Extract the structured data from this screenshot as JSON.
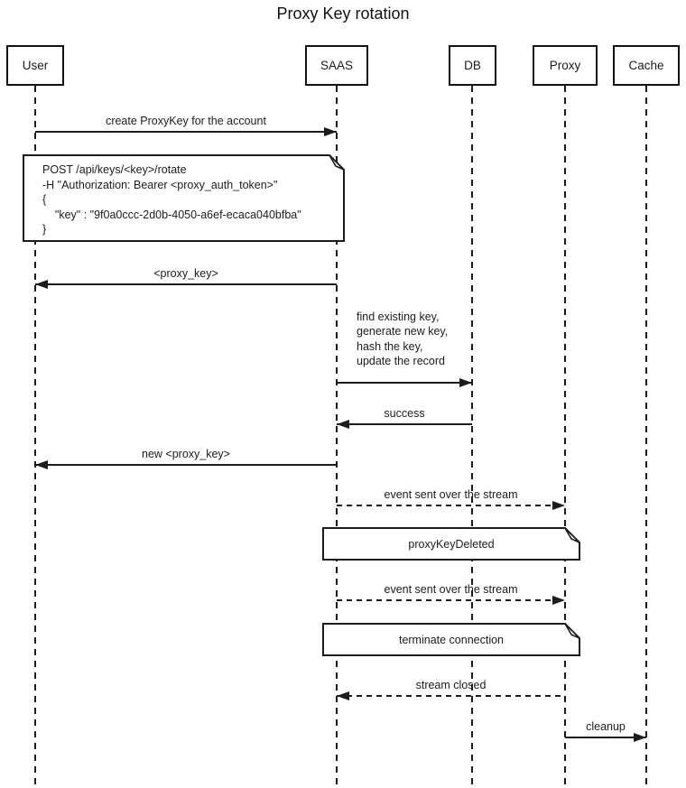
{
  "title": "Proxy Key rotation",
  "colors": {
    "line": "#1c1c1c",
    "background": "#ffffff",
    "note_fill": "#ffffff"
  },
  "actors": [
    {
      "name": "User"
    },
    {
      "name": "SAAS"
    },
    {
      "name": "DB"
    },
    {
      "name": "Proxy"
    },
    {
      "name": "Cache"
    }
  ],
  "messages": [
    {
      "from": "User",
      "to": "SAAS",
      "line": "solid",
      "direction": "right",
      "label": "create ProxyKey for the account"
    },
    {
      "from": "SAAS",
      "to": "User",
      "line": "solid",
      "direction": "left",
      "label": "<proxy_key>"
    },
    {
      "from": "SAAS",
      "to": "DB",
      "line": "solid",
      "direction": "right",
      "label_lines": [
        "find existing key,",
        "generate new key,",
        "hash the key,",
        "update the record"
      ]
    },
    {
      "from": "DB",
      "to": "SAAS",
      "line": "solid",
      "direction": "left",
      "label": "success"
    },
    {
      "from": "SAAS",
      "to": "User",
      "line": "solid",
      "direction": "left",
      "label": "new <proxy_key>"
    },
    {
      "from": "SAAS",
      "to": "Proxy",
      "line": "dashed",
      "direction": "right",
      "label": "event sent over the stream"
    },
    {
      "from": "SAAS",
      "to": "Proxy",
      "line": "dashed",
      "direction": "right",
      "label": "event sent over the stream"
    },
    {
      "from": "Proxy",
      "to": "SAAS",
      "line": "dashed",
      "direction": "left",
      "label": "stream closed"
    },
    {
      "from": "Proxy",
      "to": "Cache",
      "line": "solid",
      "direction": "right",
      "label": "cleanup"
    }
  ],
  "notes": [
    {
      "lines": [
        "POST /api/keys/<key>/rotate",
        "-H \"Authorization: Bearer <proxy_auth_token>\"",
        "{",
        "    \"key\" : \"9f0a0ccc-2d0b-4050-a6ef-ecaca040bfba\"",
        "}"
      ]
    },
    {
      "label": "proxyKeyDeleted"
    },
    {
      "label": "terminate connection"
    }
  ]
}
